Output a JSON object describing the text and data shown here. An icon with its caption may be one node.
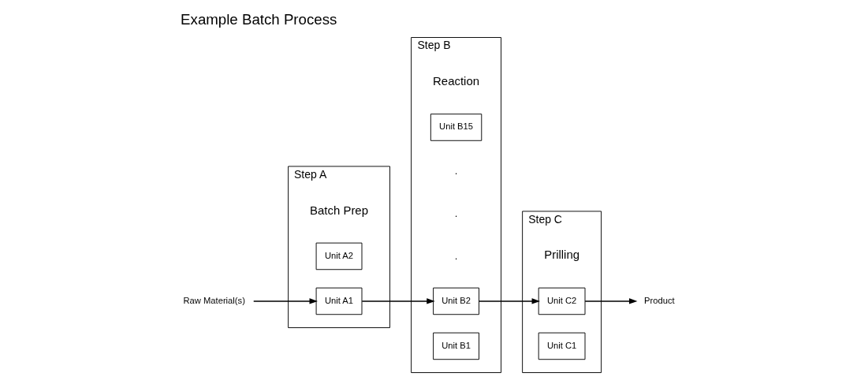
{
  "diagram": {
    "title": "Example Batch Process",
    "nodes": [
      {
        "text": [
          "Step A"
        ],
        "beside": [
          "Batch Prep"
        ]
      },
      {
        "text": [
          "Unit A1"
        ],
        "in": 0
      },
      {
        "text": [
          "Unit A2"
        ],
        "in": 0
      },
      {
        "text": [
          "Step B"
        ],
        "beside": [
          "Reaction"
        ]
      },
      {
        "text": [
          "Unit B1"
        ],
        "in": 3
      },
      {
        "text": [
          "Unit B2"
        ],
        "in": 3
      },
      {
        "text": [
          "Unit B15"
        ],
        "in": 3
      },
      {
        "text": [
          "Step C"
        ],
        "beside": [
          "Prilling"
        ]
      },
      {
        "text": [
          "Unit C1"
        ],
        "in": 7
      },
      {
        "text": [
          "Unit C2"
        ],
        "in": 7
      },
      {
        "text": [
          "Raw Material(s)"
        ]
      },
      {
        "text": [
          "Product"
        ]
      }
    ],
    "edges": [
      {
        "from": 10,
        "to": 1,
        "arrow": "to"
      },
      {
        "from": 1,
        "to": 5,
        "arrow": "to"
      },
      {
        "from": 5,
        "to": 9,
        "arrow": "to"
      },
      {
        "from": 9,
        "to": 11,
        "arrow": "to"
      }
    ],
    "labels": [
      ".",
      ".",
      "."
    ]
  }
}
